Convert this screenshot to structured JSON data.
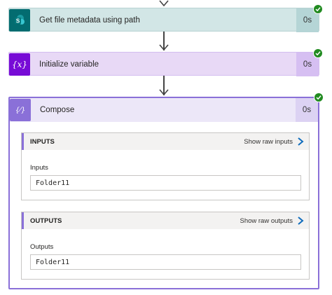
{
  "steps": [
    {
      "title": "Get file metadata using path",
      "duration": "0s",
      "icon": "sharepoint-icon",
      "tile_color": "#036c70",
      "header_bg": "#d2e6e6",
      "status": "succeeded"
    },
    {
      "title": "Initialize variable",
      "duration": "0s",
      "icon": "variable-icon",
      "icon_text": "{x}",
      "tile_color": "#770bd6",
      "header_bg": "#e8d9f6",
      "status": "succeeded"
    },
    {
      "title": "Compose",
      "duration": "0s",
      "icon": "compose-icon",
      "icon_text": "{⁄}",
      "tile_color": "#8a70d8",
      "header_bg": "#ece7f8",
      "status": "succeeded",
      "inputs": {
        "section_title": "INPUTS",
        "show_raw_label": "Show raw inputs",
        "field_label": "Inputs",
        "field_value": "Folder11"
      },
      "outputs": {
        "section_title": "OUTPUTS",
        "show_raw_label": "Show raw outputs",
        "field_label": "Outputs",
        "field_value": "Folder11"
      }
    }
  ],
  "colors": {
    "success": "#228b22",
    "arrow": "#444444",
    "compose_border": "#8a70d8",
    "link_chevron": "#0f6cbd"
  }
}
